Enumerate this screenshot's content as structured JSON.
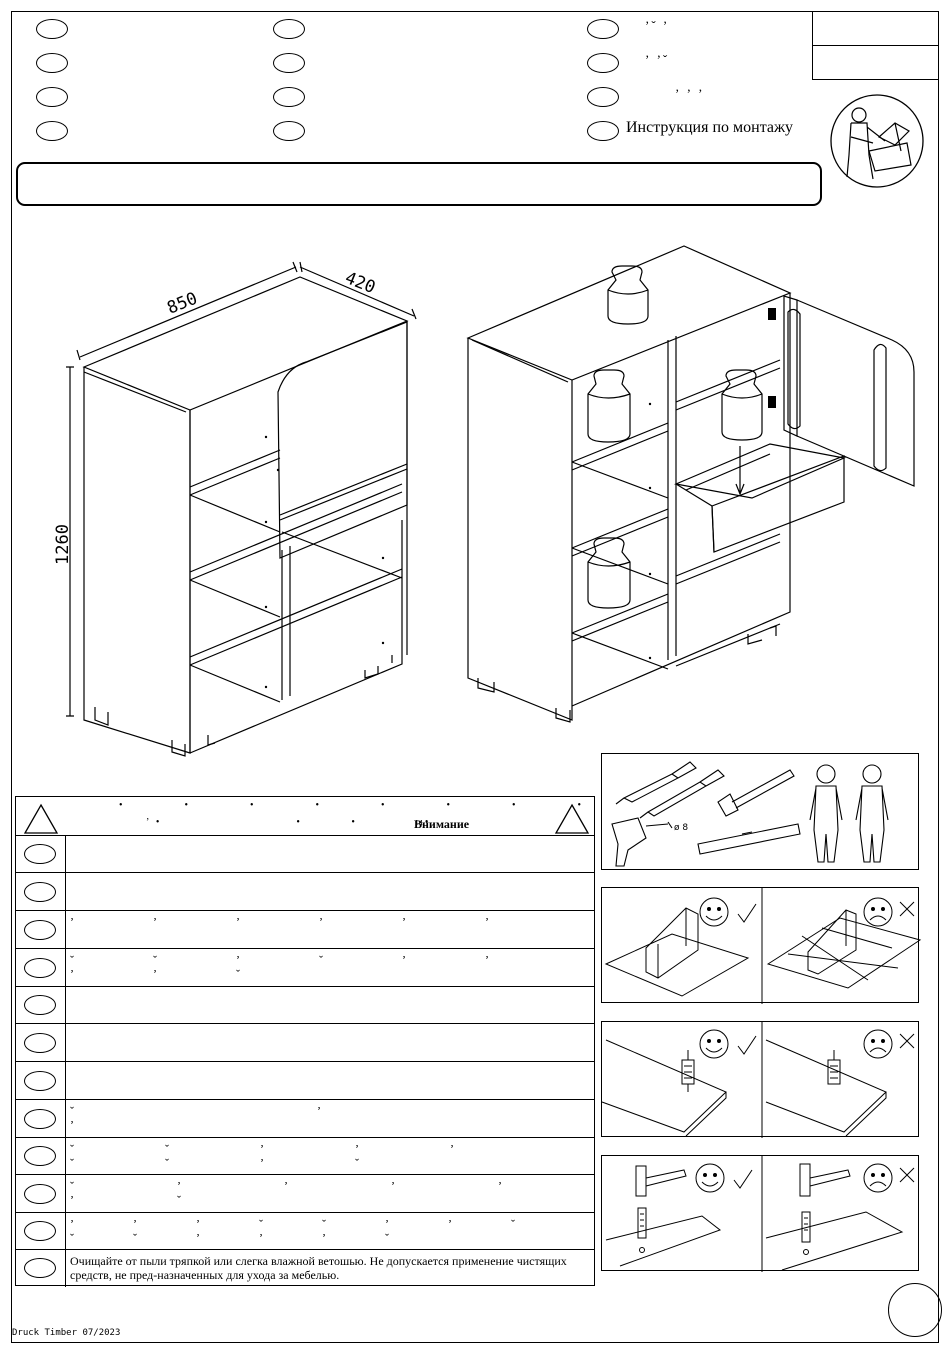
{
  "header": {
    "language_rows": [
      {
        "col1": "",
        "col2": "",
        "col3_marks": "ʼˇ ʼ"
      },
      {
        "col1": "",
        "col2": "",
        "col3_marks": "ʼ ʼˇ"
      },
      {
        "col1": "",
        "col2": "",
        "col3_marks": "ʼ ʼ ʼ"
      },
      {
        "col1": "",
        "col2": "",
        "col3": "Инструкция по монтажу"
      }
    ]
  },
  "diagrams": {
    "dim_width": "850",
    "dim_depth": "420",
    "dim_height": "1260"
  },
  "warnings": {
    "header_label": "Внимание",
    "rows": [
      {
        "text": ""
      },
      {
        "text": ""
      },
      {
        "text": "ʼ ʼ ʼ ʼ ʼ ʼ"
      },
      {
        "text": "ˇ ˇ ʼ ˇ ʼ ʼ ʼ ʼ ˇ"
      },
      {
        "text": ""
      },
      {
        "text": ""
      },
      {
        "text": ""
      },
      {
        "text": "ˇ ʼ ʼ"
      },
      {
        "text": "ˇ ˇ ʼ ʼ ʼ ˇ ˇ ʼ ˇ"
      },
      {
        "text": "ˇ ʼ ʼ ʼ ʼ ʼ ˇ"
      },
      {
        "text": "ʼ ʼ ʼ ˇ ˇ ʼ ʼ ˇ ˇ ˇ ʼ ʼ ʼ ˇ"
      },
      {
        "text": "Очищайте от пыли тряпкой или слегка влажной ветошью. Не допускается применение чистящих средств, не пред-назначенных для ухода за мебелью."
      }
    ]
  },
  "footer": {
    "print_info": "Druck Timber 07/2023"
  }
}
